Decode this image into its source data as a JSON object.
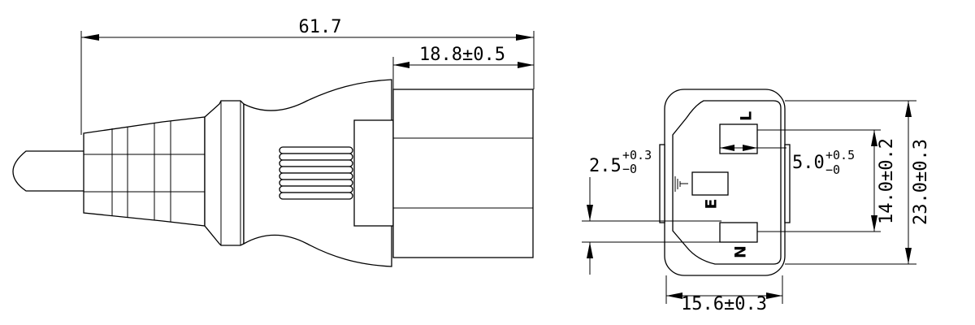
{
  "dimensions": {
    "overall_length": "61.7",
    "head_length": "18.8±0.5",
    "pin_spacing_base": "2.5",
    "pin_spacing_plus": "+0.3",
    "pin_spacing_minus": "−0",
    "pin_width_base": "5.0",
    "pin_width_plus": "+0.5",
    "pin_width_minus": "−0",
    "inner_height": "14.0±0.2",
    "outer_height": "23.0±0.3",
    "face_width": "15.6±0.3"
  },
  "pins": {
    "line": "L",
    "earth": "E",
    "neutral": "N"
  },
  "icons": {
    "ground": "ground-symbol-icon"
  }
}
